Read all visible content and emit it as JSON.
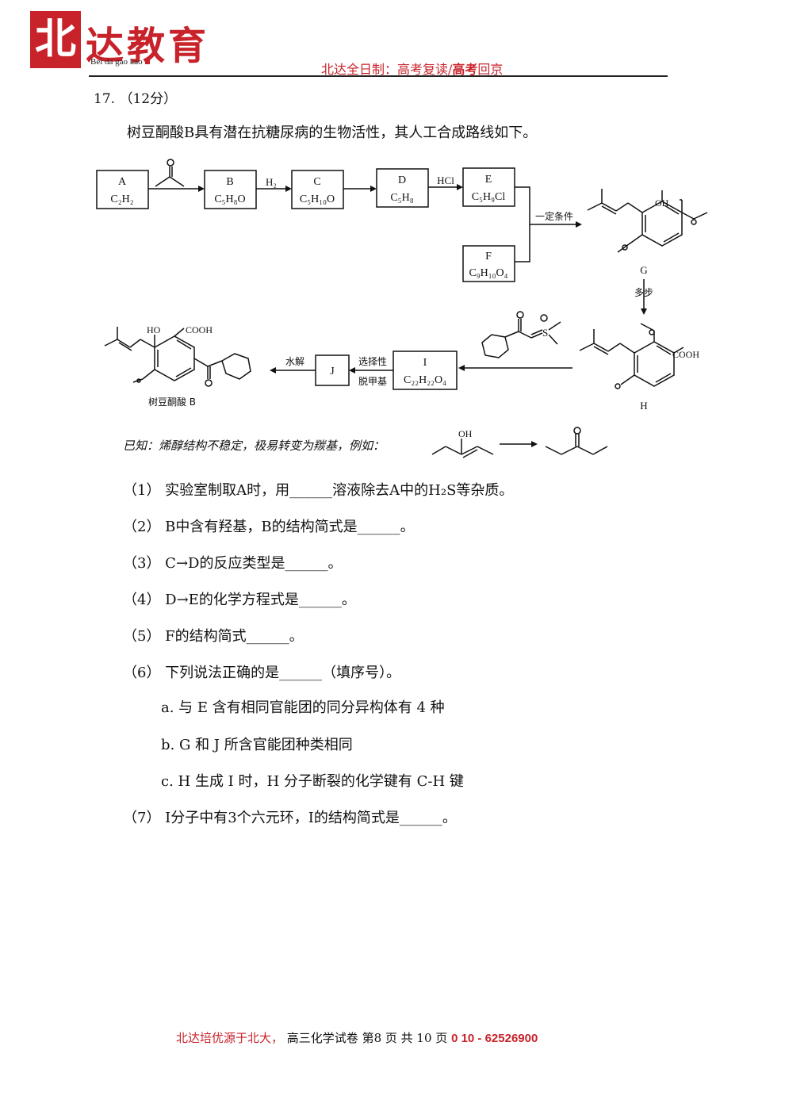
{
  "header": {
    "logo_char": "北",
    "logo_text": "达教育",
    "logo_sub": "Bei da gao kao",
    "slogan_a": "北达全日制：高考复读/",
    "slogan_b": "高考",
    "slogan_c": "回京"
  },
  "question": {
    "number": "17.  （12分）",
    "intro": "树豆酮酸B具有潜在抗糖尿病的生物活性，其人工合成路线如下。",
    "known": "已知：烯醇结构不稳定，极易转变为羰基，例如："
  },
  "scheme": {
    "boxes": [
      {
        "id": "A",
        "label": "A",
        "formula": "C₂H₂"
      },
      {
        "id": "B",
        "label": "B",
        "formula": "C₅H₈O"
      },
      {
        "id": "C",
        "label": "C",
        "formula": "C₅H₁₀O"
      },
      {
        "id": "D",
        "label": "D",
        "formula": "C₅H₈"
      },
      {
        "id": "E",
        "label": "E",
        "formula": "C₅H₉Cl"
      },
      {
        "id": "F",
        "label": "F",
        "formula": "C₉H₁₀O₄"
      },
      {
        "id": "I",
        "label": "I",
        "formula": "C₂₂H₂₂O₄"
      },
      {
        "id": "J",
        "label": "J",
        "formula": ""
      }
    ],
    "reagents": {
      "b_to_c": "H₂",
      "d_to_e": "HCl",
      "to_g": "一定条件",
      "g_to_h": "多步",
      "i_to_j_a": "选择性",
      "i_to_j_b": "脱甲基",
      "j_to_b": "水解"
    },
    "labels": {
      "g": "G",
      "h": "H",
      "product": "树豆酮酸 B",
      "oh": "OH",
      "ho": "HO",
      "cooh": "COOH",
      "s_plus": "S"
    }
  },
  "questions": [
    "（1） 实验室制取A时，用______溶液除去A中的H₂S等杂质。",
    "（2） B中含有羟基，B的结构简式是______。",
    "（3） C→D的反应类型是______。",
    "（4） D→E的化学方程式是______。",
    "（5） F的结构简式______。",
    "（6） 下列说法正确的是______（填序号）。"
  ],
  "options": [
    "a. 与 E 含有相同官能团的同分异构体有 4 种",
    "b. G 和 J 所含官能团种类相同",
    "c. H 生成 I 时，H 分子断裂的化学键有 C-H 键"
  ],
  "last_question": "（7） I分子中有3个六元环，I的结构简式是______。",
  "footer": {
    "a": "北达培优源于北大，",
    "b": "高三化学试卷 第8 页 共 10 页",
    "c": "0 10 - 62526900"
  },
  "colors": {
    "brand": "#c8222b"
  }
}
